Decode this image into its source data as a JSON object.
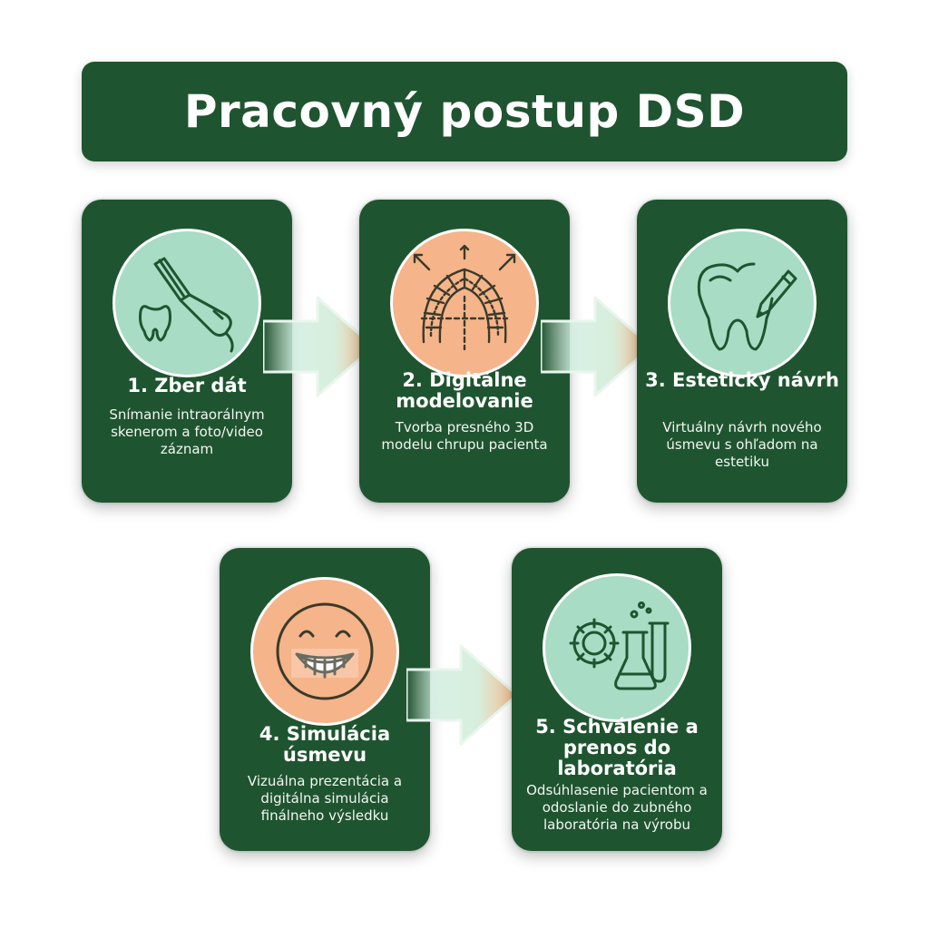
{
  "title": "Pracovný postup DSD",
  "colors": {
    "card_bg": "#1f5430",
    "mint": "#a8dcc4",
    "peach": "#f5b48a",
    "icon_stroke": "#1f5430"
  },
  "steps": [
    {
      "title": "1. Zber dát",
      "description": "Snímanie intraorálnym skenerom a foto/video záznam",
      "icon": "intraoral-scanner-icon",
      "circle_color": "mint"
    },
    {
      "title": "2. Digitálne modelovanie",
      "description": "Tvorba presného 3D modelu chrupu pacienta",
      "icon": "dental-arch-mesh-icon",
      "circle_color": "peach"
    },
    {
      "title": "3. Estetický návrh",
      "description": "Virtuálny návrh nového úsmevu s ohľadom na estetiku",
      "icon": "tooth-pencil-icon",
      "circle_color": "mint"
    },
    {
      "title": "4. Simulácia úsmevu",
      "description": "Vizuálna prezentácia a digitálna simulácia finálneho výsledku",
      "icon": "smiling-face-icon",
      "circle_color": "peach"
    },
    {
      "title": "5. Schválenie a prenos do laboratória",
      "description": "Odsúhlasenie pacientom a odoslanie do zubného laboratória na výrobu",
      "icon": "gear-flask-icon",
      "circle_color": "mint"
    }
  ]
}
